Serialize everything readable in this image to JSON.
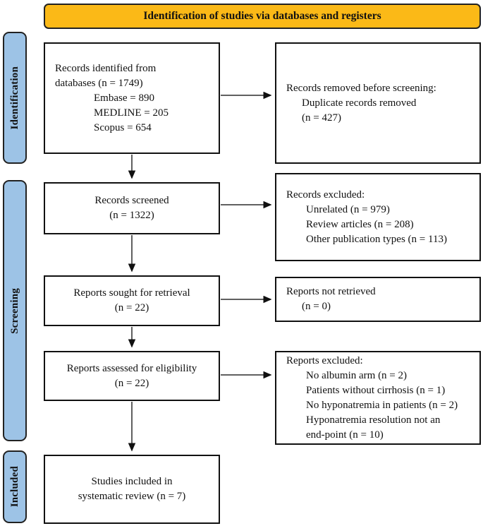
{
  "banner": {
    "label": "Identification of studies via databases and registers"
  },
  "stages": [
    {
      "label": "Identification"
    },
    {
      "label": "Screening"
    },
    {
      "label": "Included"
    }
  ],
  "boxes": {
    "identified": {
      "lines": [
        "Records identified from",
        "databases (n = 1749)"
      ],
      "subs": [
        "Embase = 890",
        "MEDLINE = 205",
        "Scopus = 654"
      ]
    },
    "removed": {
      "lines": [
        "Records removed before screening:"
      ],
      "subs": [
        "Duplicate records removed",
        "(n = 427)"
      ]
    },
    "screened": {
      "lines": [
        "Records screened",
        "(n = 1322)"
      ]
    },
    "records_excluded": {
      "lines": [
        "Records excluded:"
      ],
      "subs": [
        "Unrelated (n = 979)",
        "Review articles (n = 208)",
        "Other publication types (n = 113)"
      ]
    },
    "sought": {
      "lines": [
        "Reports sought for retrieval",
        "(n = 22)"
      ]
    },
    "not_retrieved": {
      "lines": [
        "Reports not retrieved"
      ],
      "subs": [
        "(n = 0)"
      ]
    },
    "assessed": {
      "lines": [
        "Reports assessed for eligibility",
        "(n = 22)"
      ]
    },
    "reports_excluded": {
      "lines": [
        "Reports excluded:"
      ],
      "subs": [
        "No albumin arm (n = 2)",
        "Patients without cirrhosis (n = 1)",
        "No hyponatremia in patients (n = 2)",
        "Hyponatremia resolution not an",
        "end-point (n = 10)"
      ]
    },
    "included": {
      "lines": [
        "Studies included in",
        "systematic review (n = 7)"
      ]
    }
  },
  "colors": {
    "banner_bg": "#FBB917",
    "stage_bg": "#9DC3E6",
    "box_border": "#111111",
    "arrow": "#2b2b2b"
  }
}
